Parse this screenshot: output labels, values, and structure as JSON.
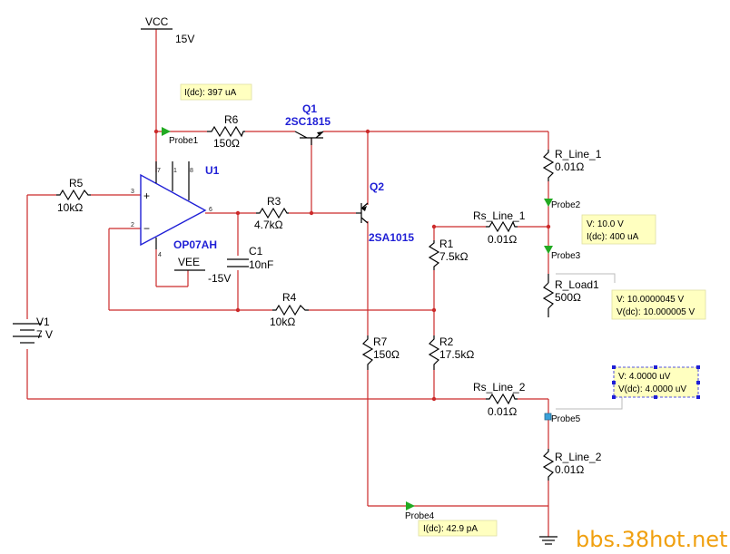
{
  "supplies": {
    "vcc_name": "VCC",
    "vcc_value": "15V",
    "vee_name": "VEE",
    "vee_value": "-15V"
  },
  "opamp": {
    "ref": "U1",
    "part": "OP07AH",
    "pins": {
      "p7": "7",
      "p1": "1",
      "p8": "8",
      "p3": "3",
      "p2": "2",
      "p6": "6",
      "p4": "4"
    }
  },
  "transistors": {
    "q1_ref": "Q1",
    "q1_part": "2SC1815",
    "q2_ref": "Q2",
    "q2_part": "2SA1015"
  },
  "resistors": {
    "r6_ref": "R6",
    "r6_val": "150Ω",
    "r5_ref": "R5",
    "r5_val": "10kΩ",
    "r3_ref": "R3",
    "r3_val": "4.7kΩ",
    "r4_ref": "R4",
    "r4_val": "10kΩ",
    "r1_ref": "R1",
    "r1_val": "7.5kΩ",
    "r2_ref": "R2",
    "r2_val": "17.5kΩ",
    "r7_ref": "R7",
    "r7_val": "150Ω",
    "rs1_ref": "Rs_Line_1",
    "rs1_val": "0.01Ω",
    "rs2_ref": "Rs_Line_2",
    "rs2_val": "0.01Ω",
    "rl1_ref": "R_Line_1",
    "rl1_val": "0.01Ω",
    "rl2_ref": "R_Line_2",
    "rl2_val": "0.01Ω",
    "rload_ref": "R_Load1",
    "rload_val": "500Ω"
  },
  "capacitor": {
    "ref": "C1",
    "val": "10nF"
  },
  "source": {
    "ref": "V1",
    "val": "7 V"
  },
  "probes": {
    "p1_name": "Probe1",
    "p1_line1": "I(dc): 397 uA",
    "p2_name": "Probe2",
    "p2_line1": "V: 10.0 V",
    "p2_line2": "I(dc): 400 uA",
    "p3_name": "Probe3",
    "p3_line1": "V: 10.0000045 V",
    "p3_line2": "V(dc): 10.000005 V",
    "p4_name": "Probe4",
    "p4_line1": "I(dc): 42.9 pA",
    "p5_name": "Probe5",
    "p5_line1": "V: 4.0000 uV",
    "p5_line2": "V(dc): 4.0000 uV"
  },
  "watermark": "bbs.38hot.net",
  "colors": {
    "wire": "#cc2a2a",
    "ref": "#1f1fd6",
    "probe_note_bg": "#ffffc0",
    "probe_arrow": "#22aa22",
    "watermark": "#f0a010"
  }
}
